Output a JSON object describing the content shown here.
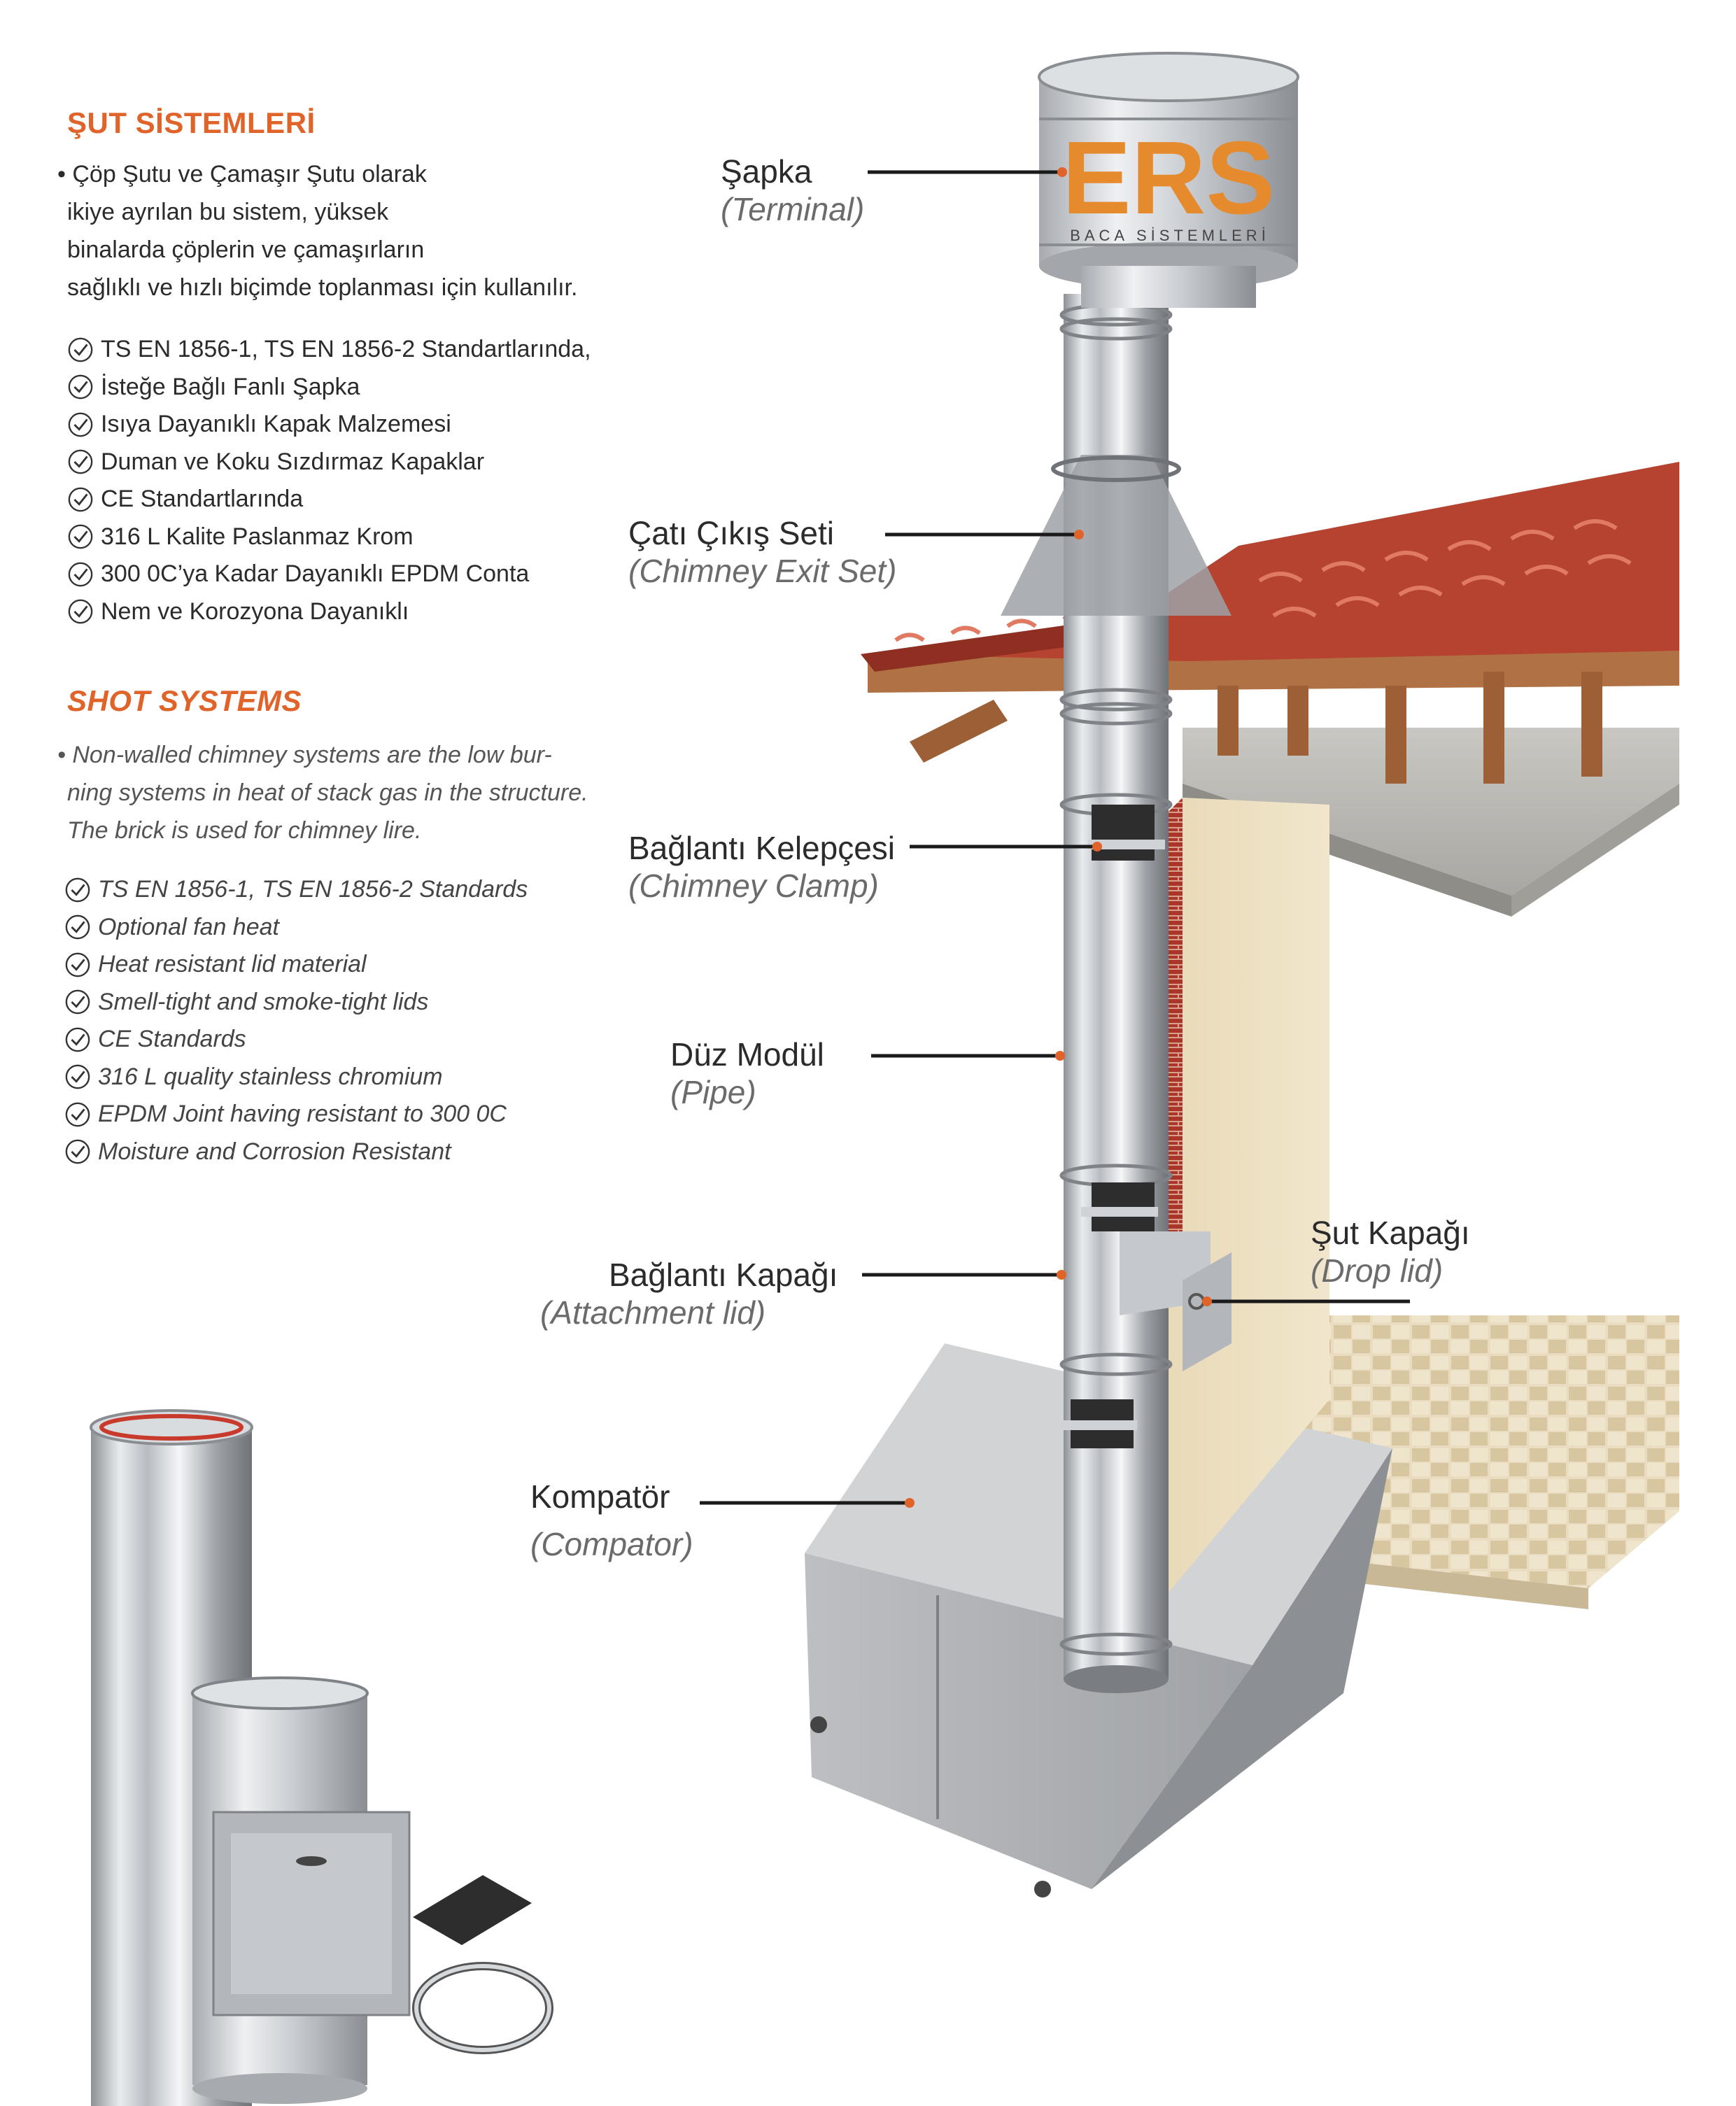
{
  "turkish": {
    "heading": "ŞUT SİSTEMLERİ",
    "intro": [
      "• Çöp Şutu ve Çamaşır Şutu olarak",
      "ikiye ayrılan bu sistem, yüksek",
      "binalarda çöplerin ve çamaşırların",
      "sağlıklı ve hızlı biçimde toplanması için kullanılır."
    ],
    "features": [
      "TS EN 1856-1, TS EN 1856-2 Standartlarında,",
      "İsteğe Bağlı Fanlı Şapka",
      "Isıya Dayanıklı Kapak Malzemesi",
      "Duman ve Koku Sızdırmaz Kapaklar",
      "CE Standartlarında",
      "316 L Kalite Paslanmaz Krom",
      "300 0C’ya Kadar Dayanıklı EPDM Conta",
      "Nem ve Korozyona Dayanıklı"
    ]
  },
  "english": {
    "heading": "SHOT SYSTEMS",
    "intro": [
      "• Non-walled chimney systems are the low bur-",
      "ning systems in heat of stack gas in the structure.",
      "The brick is used for chimney lire."
    ],
    "features": [
      "TS EN 1856-1, TS EN 1856-2 Standards",
      "Optional fan heat",
      "Heat resistant lid material",
      "Smell-tight and smoke-tight lids",
      "CE Standards",
      "316 L quality stainless chromium",
      "EPDM Joint having resistant to 300 0C",
      "Moisture and Corrosion Resistant"
    ]
  },
  "brand": {
    "logo": "ERS",
    "tagline": "BACA SİSTEMLERİ"
  },
  "callouts": {
    "terminal": {
      "tr": "Şapka",
      "en": "(Terminal)"
    },
    "exit_set": {
      "tr": "Çatı Çıkış Seti",
      "en": "(Chimney Exit Set)"
    },
    "clamp": {
      "tr": "Bağlantı Kelepçesi",
      "en": "(Chimney Clamp)"
    },
    "pipe": {
      "tr": "Düz Modül",
      "en": "(Pipe)"
    },
    "drop_lid": {
      "tr": "Şut Kapağı",
      "en": "(Drop lid)"
    },
    "attach_lid": {
      "tr": "Bağlantı Kapağı",
      "en": "(Attachment lid)"
    },
    "compator": {
      "tr": "Kompatör",
      "en": "(Compator)"
    }
  },
  "colors": {
    "accent": "#e0642a",
    "steel": "#c9ccd1",
    "roof_tile": "#b5432f",
    "brick": "#a8362a",
    "wall": "#eadcbc",
    "timber": "#a8683d"
  },
  "icons": [
    "check-circle-icon"
  ]
}
